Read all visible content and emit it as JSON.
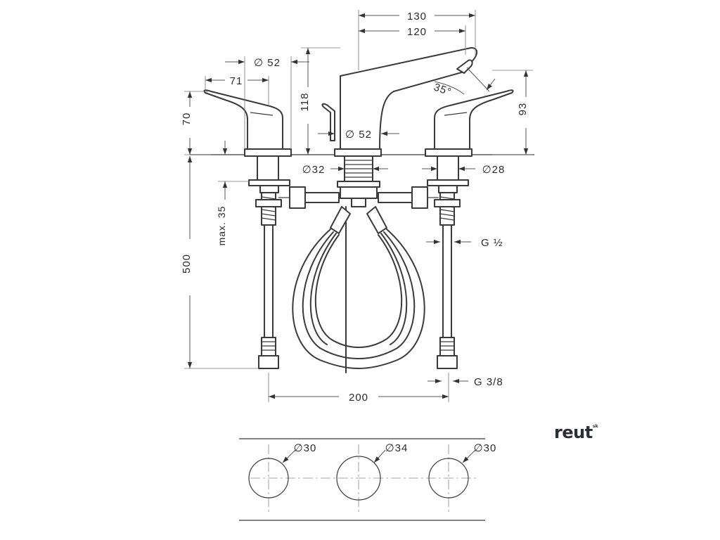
{
  "dimensions": {
    "outlet_total": "130",
    "outlet_center": "120",
    "handle_dia": "∅ 52",
    "handle_depth": "71",
    "handle_height": "70",
    "spout_height": "118",
    "spout_angle": "35°",
    "right_handle_height": "93",
    "spout_base_dia": "∅ 52",
    "spout_shank_dia": "∅32",
    "valve_shank_dia": "∅28",
    "max_thickness": "max. 35",
    "hose_length": "500",
    "valve_thread": "G ½",
    "hose_thread": "G 3/8",
    "spacing": "200",
    "hole_left": "∅30",
    "hole_center": "∅34",
    "hole_right": "∅30"
  },
  "brand": {
    "logo_text": "reut",
    "logo_suffix": "sk"
  }
}
